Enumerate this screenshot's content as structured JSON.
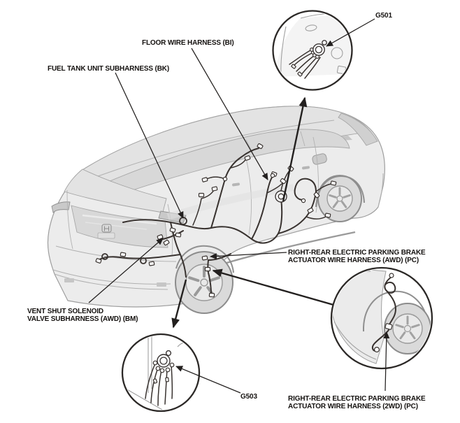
{
  "figure": {
    "title": "Wire harness location diagram, rear of vehicle",
    "vehicle_view": "rear three-quarter left line illustration",
    "colors": {
      "background": "#ffffff",
      "callout_line": "#23201f",
      "harness": "#38322f",
      "car_line": "#9e9e9e"
    },
    "labels": {
      "floor_wire_harness": "FLOOR WIRE HARNESS (BI)",
      "fuel_tank_unit_subharness": "FUEL TANK UNIT SUBHARNESS (BK)",
      "vent_shut_line1": "VENT SHUT SOLENOID",
      "vent_shut_line2": "VALVE SUBHARNESS (AWD) (BM)",
      "rr_epb_awd_line1": "RIGHT-REAR ELECTRIC PARKING BRAKE",
      "rr_epb_awd_line2": "ACTUATOR WIRE HARNESS (AWD) (PC)",
      "rr_epb_2wd_line1": "RIGHT-REAR ELECTRIC PARKING BRAKE",
      "rr_epb_2wd_line2": "ACTUATOR WIRE HARNESS (2WD) (PC)",
      "ground_g501": "G501",
      "ground_g503": "G503"
    }
  }
}
